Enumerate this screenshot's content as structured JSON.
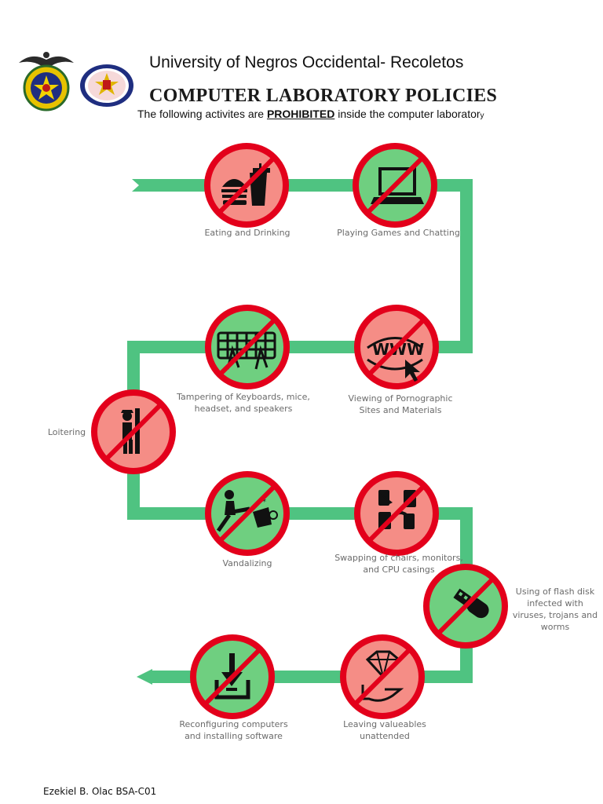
{
  "header": {
    "university": "University of Negros Occidental- Recoletos",
    "title": "COMPUTER LABORATORY POLICIES",
    "subtitle_before": "The following activites are ",
    "subtitle_emphasis": "PROHIBITED",
    "subtitle_after": " inside the computer laborator",
    "subtitle_tail": "y"
  },
  "colors": {
    "path": "#4fc381",
    "ring": "#e3001b",
    "fill_red": "#f58d86",
    "fill_green": "#6fcf80",
    "icon": "#111111"
  },
  "policies": [
    {
      "label": "Eating and Drinking",
      "icon": "burger-drink-icon",
      "fill": "red"
    },
    {
      "label": "Playing Games and Chatting",
      "icon": "laptop-icon",
      "fill": "green"
    },
    {
      "label": "Viewing of Pornographic\nSites and Materials",
      "icon": "www-cursor-icon",
      "fill": "red"
    },
    {
      "label": "Tampering of Keyboards, mice,\nheadset, and speakers",
      "icon": "keyboard-hands-icon",
      "fill": "green"
    },
    {
      "label": "Loitering",
      "icon": "loitering-person-icon",
      "fill": "red"
    },
    {
      "label": "Vandalizing",
      "icon": "kicking-bin-icon",
      "fill": "green"
    },
    {
      "label": "Swapping of chairs, monitors,\nand CPU casings",
      "icon": "swap-arrows-icon",
      "fill": "red"
    },
    {
      "label": "Using of flash disk\ninfected with\nviruses, trojans and\nworms",
      "icon": "usb-flash-disk-icon",
      "fill": "green"
    },
    {
      "label": "Leaving valueables\nunattended",
      "icon": "diamond-hand-icon",
      "fill": "red"
    },
    {
      "label": "Reconfiguring computers\nand installing software",
      "icon": "download-install-icon",
      "fill": "green"
    }
  ],
  "author": "Ezekiel B. Olac BSA-C01"
}
